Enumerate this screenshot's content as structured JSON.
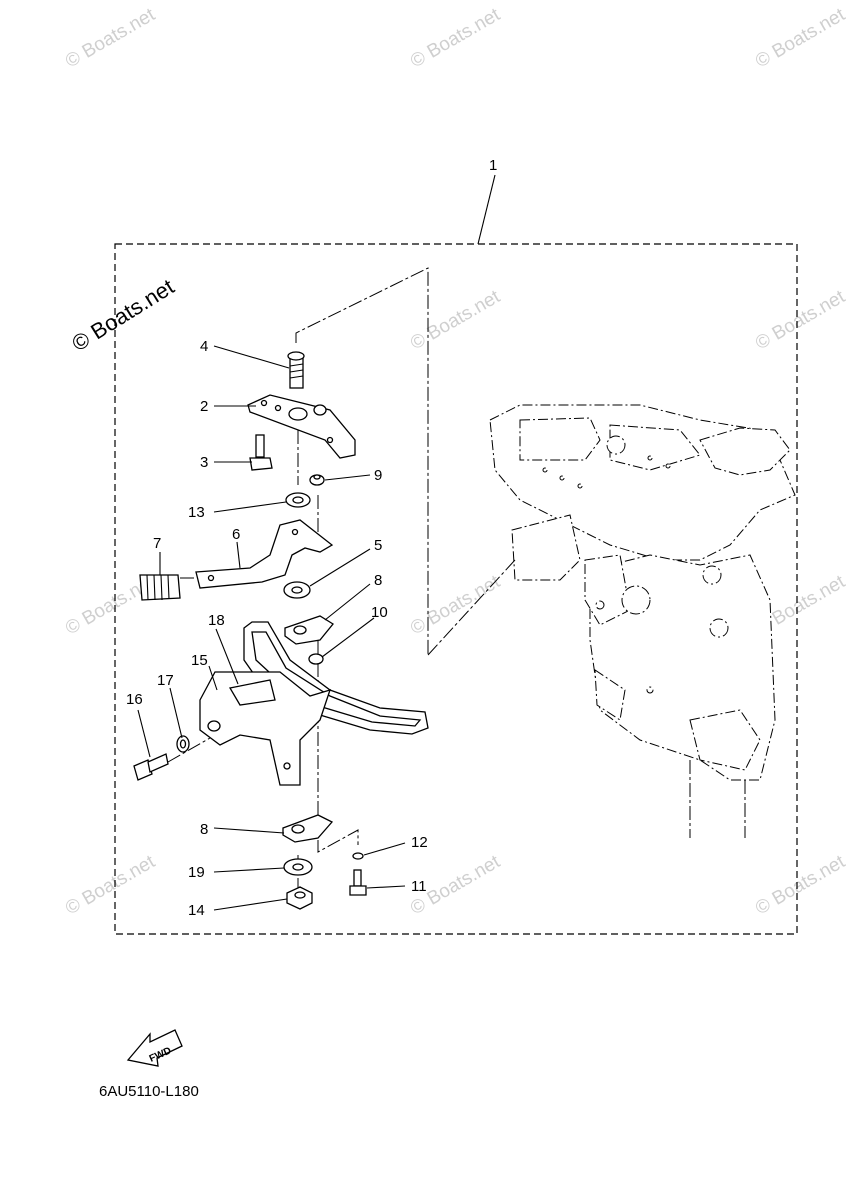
{
  "watermark": "© Boats.net",
  "assembly_callout": "1",
  "part_callouts": {
    "p2": "2",
    "p3": "3",
    "p4": "4",
    "p5": "5",
    "p6": "6",
    "p7": "7",
    "p8a": "8",
    "p8b": "8",
    "p9": "9",
    "p10": "10",
    "p11": "11",
    "p12": "12",
    "p13": "13",
    "p14": "14",
    "p15": "15",
    "p16": "16",
    "p17": "17",
    "p18": "18",
    "p19": "19"
  },
  "fwd_label": "FWD",
  "diagram_code": "6AU5110-L180"
}
